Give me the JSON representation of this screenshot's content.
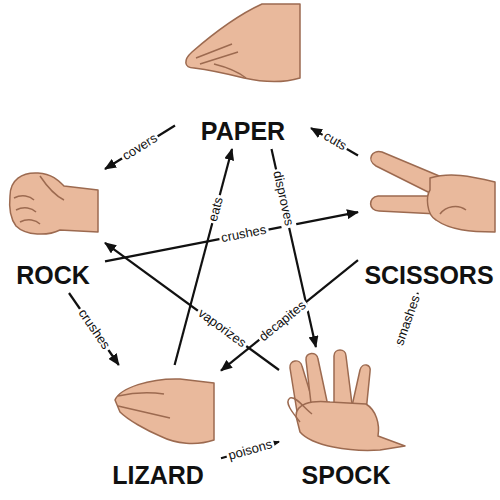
{
  "diagram": {
    "nodes": [
      {
        "text": [
          "PAPER"
        ]
      },
      {
        "text": [
          "ROCK"
        ]
      },
      {
        "text": [
          "SCISSORS"
        ]
      },
      {
        "text": [
          "LIZARD"
        ]
      },
      {
        "text": [
          "SPOCK"
        ]
      }
    ],
    "edges": [
      {
        "from": 0,
        "to": 1,
        "label": "covers",
        "arrow": "to"
      },
      {
        "from": 2,
        "to": 0,
        "label": "cuts",
        "arrow": "to"
      },
      {
        "from": 0,
        "to": 4,
        "label": "disproves",
        "arrow": "to"
      },
      {
        "from": 1,
        "to": 2,
        "label": "crushes",
        "arrow": "to"
      },
      {
        "from": 1,
        "to": 3,
        "label": "crushes",
        "arrow": "to"
      },
      {
        "from": 3,
        "to": 0,
        "label": "eats",
        "arrow": "to"
      },
      {
        "from": 4,
        "to": 1,
        "label": "vaporizes",
        "arrow": "to"
      },
      {
        "from": 2,
        "to": 3,
        "label": "decapites",
        "arrow": "to"
      },
      {
        "from": 3,
        "to": 4,
        "label": "poisons",
        "arrow": "to"
      },
      {
        "from": 4,
        "to": 2,
        "label": "smashes",
        "arrow": "to"
      }
    ]
  }
}
